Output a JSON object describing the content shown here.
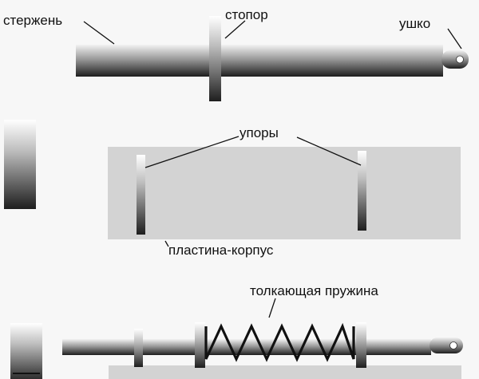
{
  "labels": {
    "rod": "стержень",
    "stopper": "стопор",
    "eye": "ушко",
    "stops": "упоры",
    "plate_body": "пластина-корпус",
    "push_spring": "толкающая пружина"
  },
  "colors": {
    "background": "#f7f7f7",
    "plate": "#d3d3d3",
    "metal_light": "#f2f2f2",
    "metal_dark": "#1e1e1e",
    "leader_line": "#111111",
    "spring": "#111111"
  }
}
